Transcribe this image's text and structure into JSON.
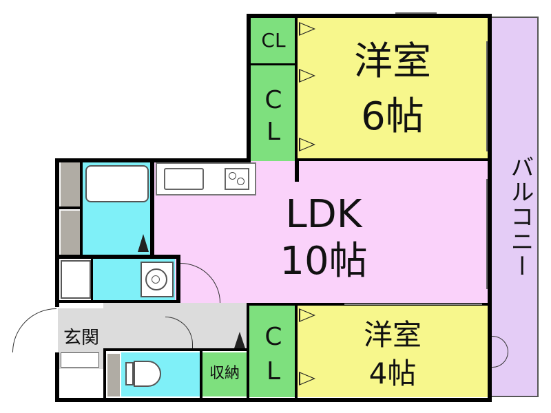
{
  "rooms": {
    "western1": {
      "name": "洋室",
      "size": "6帖"
    },
    "western2": {
      "name": "洋室",
      "size": "4帖"
    },
    "ldk": {
      "name": "LDK",
      "size": "10帖"
    },
    "balcony": {
      "name": "バルコニー"
    },
    "cl_top_small": {
      "name": "CL"
    },
    "cl_top_large": {
      "c": "C",
      "l": "L"
    },
    "cl_bottom": {
      "c": "C",
      "l": "L"
    },
    "entrance": {
      "name": "玄関"
    },
    "storage": {
      "name": "収納"
    }
  },
  "colors": {
    "yellow": "#f7f78c",
    "pink": "#fad2fa",
    "lavender": "#e4ccf6",
    "green": "#7ee07e",
    "cyan": "#7ff0f8",
    "gray": "#dcdcdc",
    "darkgray": "#b0aca4"
  }
}
